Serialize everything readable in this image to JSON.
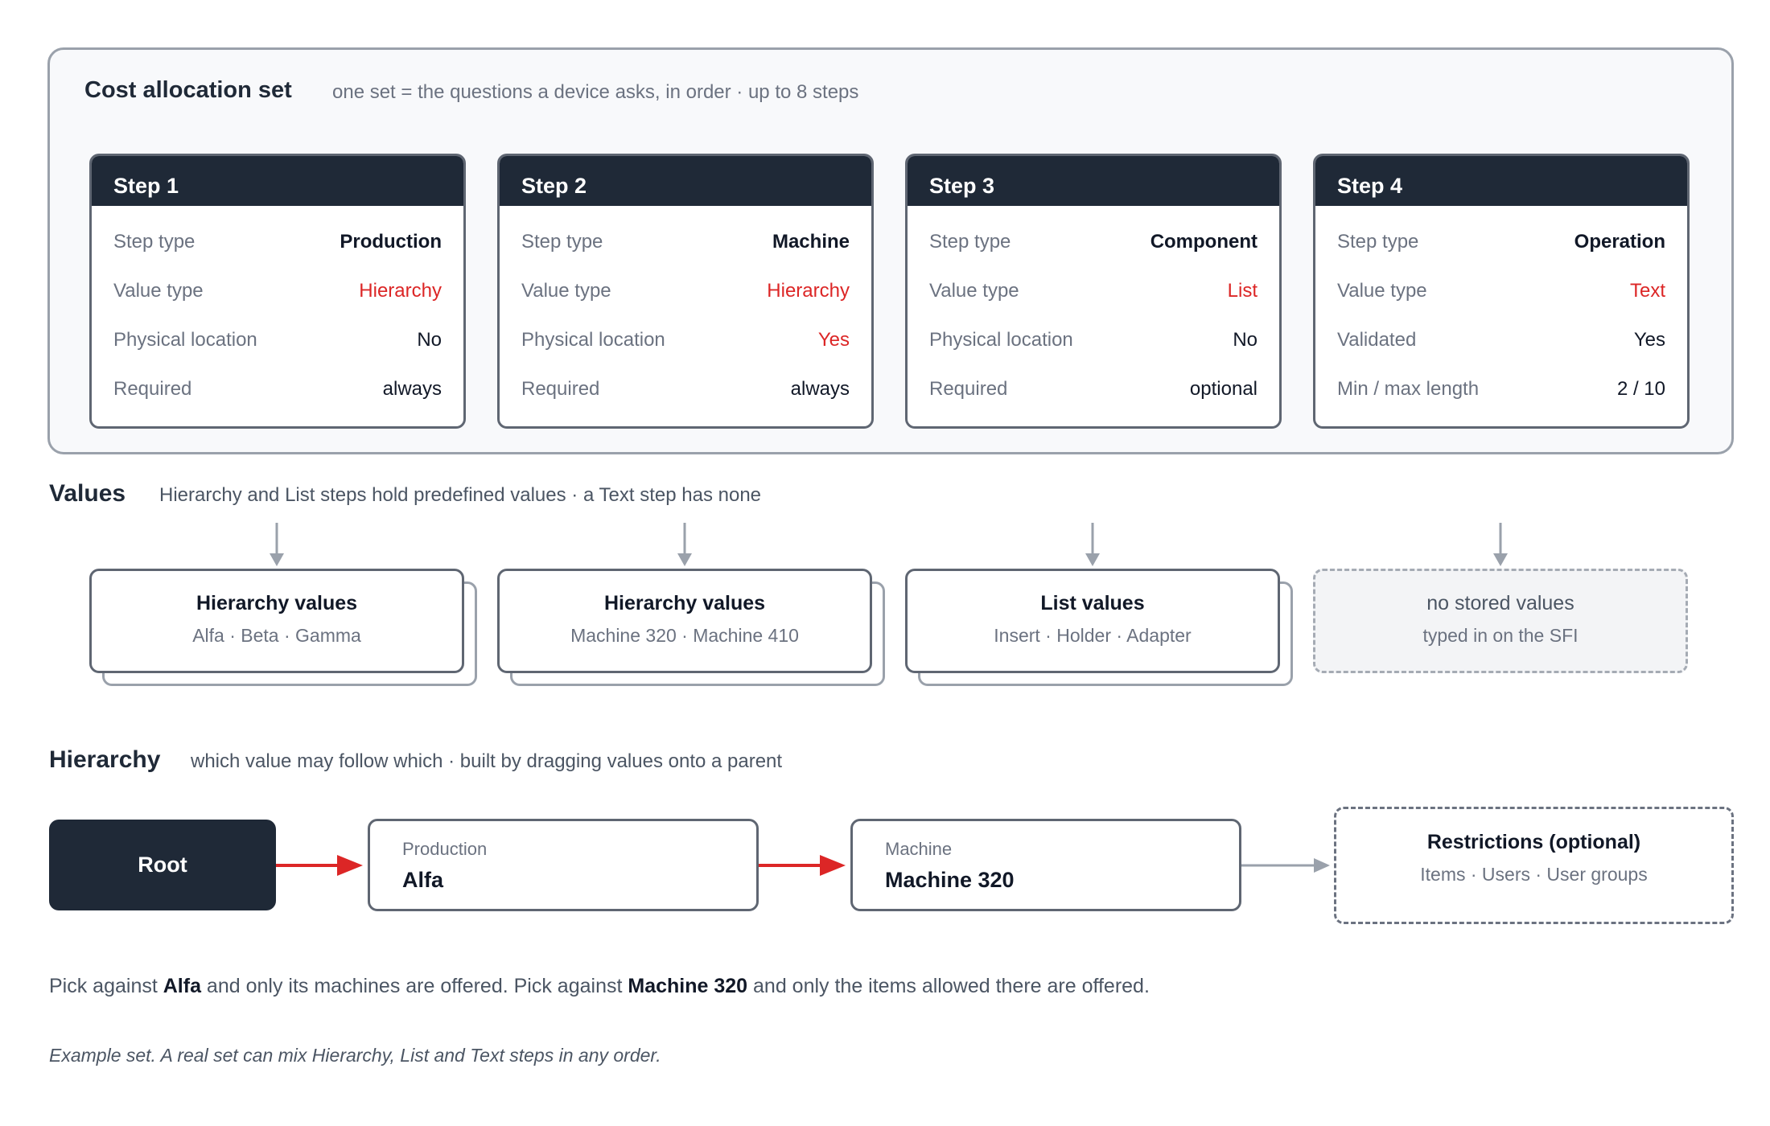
{
  "set": {
    "title": "Cost allocation set",
    "subtitle": "one set = the questions a device asks, in order · up to 8 steps"
  },
  "steps": [
    {
      "title": "Step 1",
      "rows": [
        {
          "label": "Step type",
          "value": "Production"
        },
        {
          "label": "Value type",
          "value": "Hierarchy"
        },
        {
          "label": "Physical location",
          "value": "No"
        },
        {
          "label": "Required",
          "value": "always"
        }
      ]
    },
    {
      "title": "Step 2",
      "rows": [
        {
          "label": "Step type",
          "value": "Machine"
        },
        {
          "label": "Value type",
          "value": "Hierarchy"
        },
        {
          "label": "Physical location",
          "value": "Yes"
        },
        {
          "label": "Required",
          "value": "always"
        }
      ]
    },
    {
      "title": "Step 3",
      "rows": [
        {
          "label": "Step type",
          "value": "Component"
        },
        {
          "label": "Value type",
          "value": "List"
        },
        {
          "label": "Physical location",
          "value": "No"
        },
        {
          "label": "Required",
          "value": "optional"
        }
      ]
    },
    {
      "title": "Step 4",
      "rows": [
        {
          "label": "Step type",
          "value": "Operation"
        },
        {
          "label": "Value type",
          "value": "Text"
        },
        {
          "label": "Validated",
          "value": "Yes"
        },
        {
          "label": "Min / max length",
          "value": "2 / 10"
        }
      ]
    }
  ],
  "values_section": {
    "title": "Values",
    "subtitle": "Hierarchy and List steps hold predefined values · a Text step has none",
    "cards": [
      {
        "title": "Hierarchy values",
        "items": "Alfa · Beta · Gamma"
      },
      {
        "title": "Hierarchy values",
        "items": "Machine 320 · Machine 410"
      },
      {
        "title": "List values",
        "items": "Insert · Holder · Adapter"
      },
      {
        "title": "no stored values",
        "items": "typed in on the SFI"
      }
    ]
  },
  "hierarchy_section": {
    "title": "Hierarchy",
    "subtitle": "which value may follow which · built by dragging values onto a parent",
    "root": "Root",
    "nodes": [
      {
        "label": "Production",
        "value": "Alfa"
      },
      {
        "label": "Machine",
        "value": "Machine 320"
      }
    ],
    "restrictions": {
      "title": "Restrictions (optional)",
      "items": "Items · Users · User groups"
    }
  },
  "pick": {
    "part1": "Pick against ",
    "value1": "Alfa",
    "part2": " and only its machines are offered. Pick against ",
    "value2": "Machine 320",
    "part3": " and only the items allowed there are offered."
  },
  "footnote": "Example set. A real set can mix Hierarchy, List and Text steps in any order.",
  "colors": {
    "accent": "#dc2626",
    "dark": "#1f2937",
    "border": "#5f6672",
    "muted": "#9aa1ab"
  }
}
